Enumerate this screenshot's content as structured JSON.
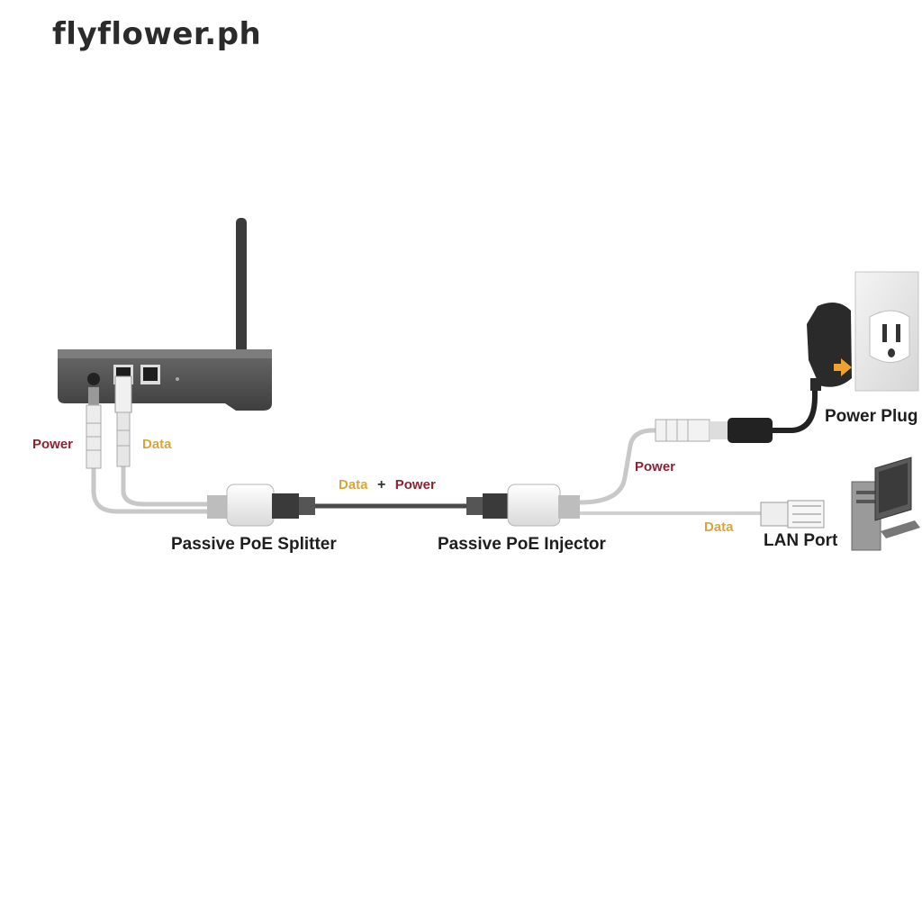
{
  "watermark": "flyflower.ph",
  "labels": {
    "router_power": "Power",
    "router_data": "Data",
    "data_power_data": "Data",
    "data_power_plus": "+",
    "data_power_power": "Power",
    "splitter": "Passive PoE Splitter",
    "injector": "Passive PoE Injector",
    "injector_power": "Power",
    "injector_data": "Data",
    "lan_port": "LAN Port",
    "power_plug": "Power Plug"
  },
  "colors": {
    "power": "#8a2433",
    "data": "#d9a63a",
    "cable": "#c8c8c8",
    "trunk": "#4a4a4a"
  },
  "icons": [
    "router-icon",
    "antenna-icon",
    "wall-outlet-icon",
    "power-adapter-icon",
    "computer-icon",
    "rj45-connector-icon",
    "dc-connector-icon"
  ]
}
